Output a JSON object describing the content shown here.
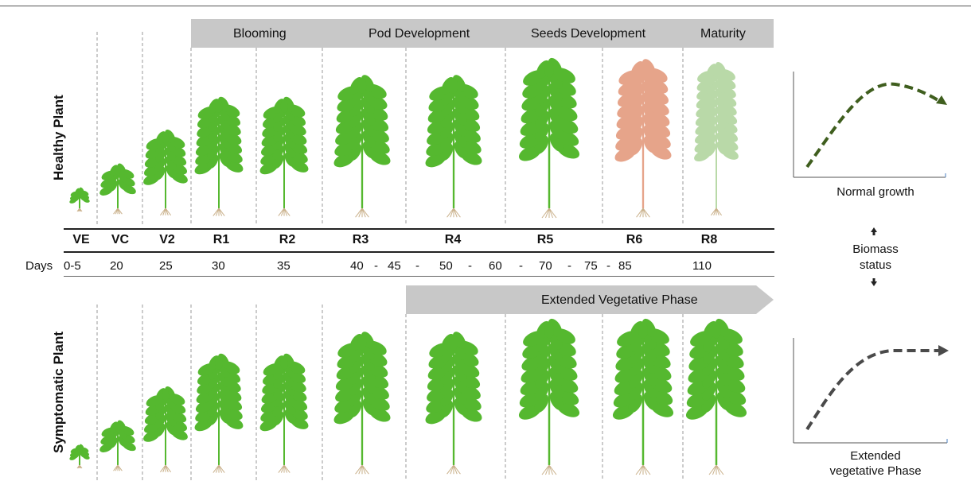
{
  "phases": [
    "Blooming",
    "Pod Development",
    "Seeds Development",
    "Maturity"
  ],
  "row_labels": {
    "healthy": "Healthy Plant",
    "symptomatic": "Symptomatic Plant"
  },
  "stages": [
    "VE",
    "VC",
    "V2",
    "R1",
    "R2",
    "R3",
    "R4",
    "R5",
    "R6",
    "R8"
  ],
  "days_label": "Days",
  "days": [
    "0-5",
    "20",
    "25",
    "30",
    "35",
    "40",
    "-",
    "45",
    "-",
    "50",
    "-",
    "60",
    "-",
    "70",
    "-",
    "75",
    "-",
    "85",
    "110"
  ],
  "extended_banner": "Extended Vegetative Phase",
  "biomass": {
    "line1": "Biomass",
    "line2": "status"
  },
  "curves": {
    "healthy_caption": "Normal growth",
    "symptomatic_caption_line1": "Extended",
    "symptomatic_caption_line2": "vegetative Phase",
    "healthy_color": "#3f5e1e",
    "symptomatic_color": "#4a4a4a"
  },
  "colors": {
    "plant_green": "#55b82f",
    "plant_dry": "#e6a48a",
    "plant_faded": "#b9d9a8",
    "bar_gray": "#c8c8c8"
  }
}
